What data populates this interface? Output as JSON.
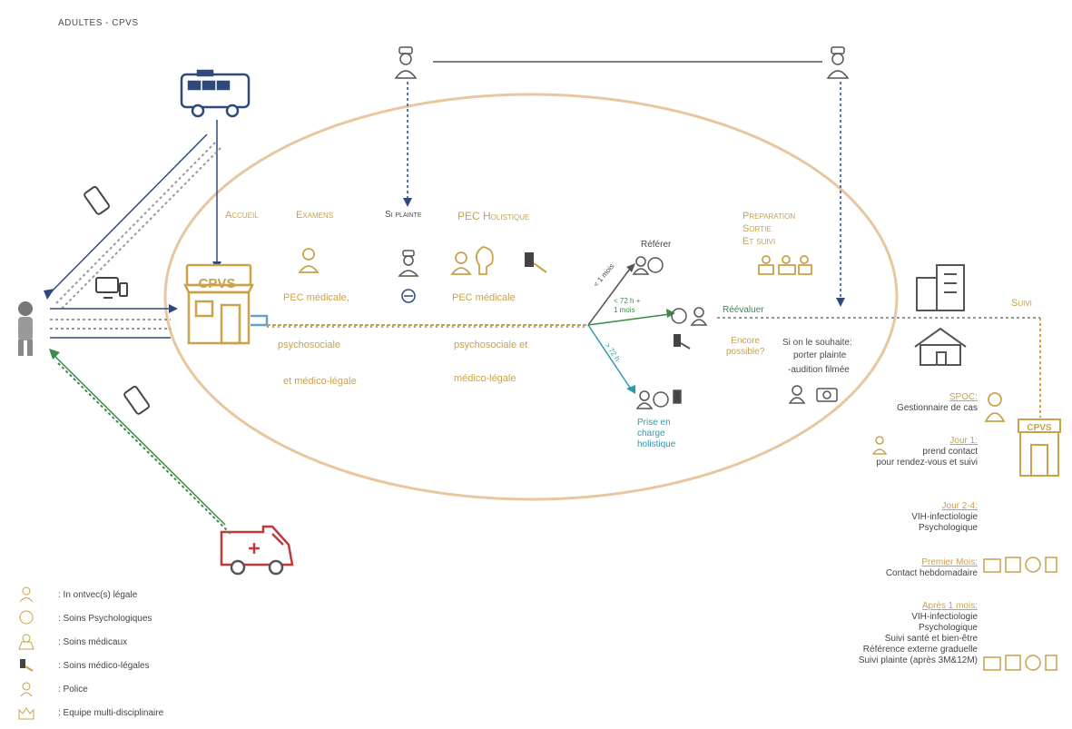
{
  "title": "ADULTES - CPVS",
  "center_label": "CPVS",
  "hospital_label": "CPVS",
  "phases": {
    "accueil": "Accueil",
    "examens": "Examens",
    "si_plainte": "Si plainte",
    "pec_holistique": "PEC Holistique",
    "preparation": "Preparation",
    "sortie": "Sortie",
    "et_suivi": "Et suivi",
    "suivi": "Suivi"
  },
  "pec1": [
    "PEC médicale,",
    "psychosociale",
    "et médico-légale"
  ],
  "pec2": [
    "PEC médicale",
    "psychosociale et",
    "médico-légale"
  ],
  "branches": {
    "t1": "< 1 mois",
    "t2": "< 72 h +\n1 mois",
    "t3": "> 72 h",
    "referer": "Référer",
    "reevaluer": "Réévaluer",
    "encore": "Encore\npossible?",
    "prise": "Prise en\ncharge\nholistique"
  },
  "plainte_box": [
    "Si on le souhaite:",
    "porter plainte",
    "-audition filmée"
  ],
  "legend": [
    {
      "icon": "person-icon",
      "label": ": In ontvec(s) légale"
    },
    {
      "icon": "heart-head-icon",
      "label": ": Soins Psychologiques"
    },
    {
      "icon": "doctor-icon",
      "label": ": Soins médicaux"
    },
    {
      "icon": "microscope-icon",
      "label": ": Soins médico-légales"
    },
    {
      "icon": "police-icon",
      "label": ": Police"
    },
    {
      "icon": "team-icon",
      "label": ": Equipe multi-disciplinaire"
    }
  ],
  "followup": [
    {
      "heading": "SPOC:",
      "lines": [
        "Gestionnaire de cas"
      ]
    },
    {
      "heading": "Jour 1:",
      "lines": [
        "prend contact",
        "pour rendez-vous et suivi"
      ]
    },
    {
      "heading": "Jour 2-4:",
      "lines": [
        "VIH-infectiologie",
        "Psychologique"
      ]
    },
    {
      "heading": "Premier Mois:",
      "lines": [
        "Contact hebdomadaire"
      ]
    },
    {
      "heading": "Après 1 mois:",
      "lines": [
        "VIH-infectiologie",
        "Psychologique",
        "Suivi santé et bien-être",
        "Référence externe graduelle",
        "Suivi plainte (après 3M&12M)"
      ]
    }
  ],
  "colors": {
    "gold": "#c9a24a",
    "navy": "#2f4a7a",
    "ellipse": "#e8c7a0",
    "green": "#3a8a4a",
    "teal": "#2c9bb0",
    "red": "#c0393b"
  }
}
